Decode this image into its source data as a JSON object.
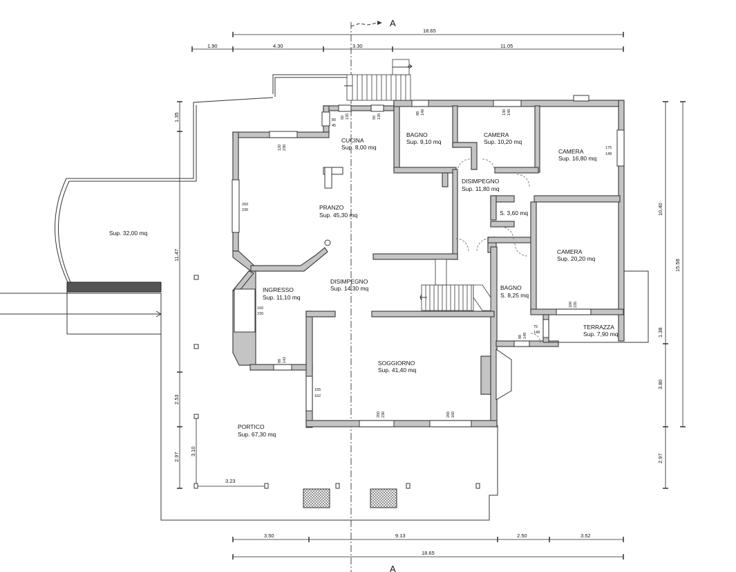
{
  "section": {
    "marker": "A"
  },
  "dims_top": {
    "total": "18.65",
    "segments": [
      "1.90",
      "4.30",
      "3.30",
      "11.05"
    ]
  },
  "dims_bottom": {
    "segments": [
      "3.50",
      "9.13",
      "2.50",
      "3.52"
    ],
    "total": "18.65"
  },
  "dims_right": [
    "10.40",
    "15.58",
    "1.38",
    "3.80",
    "2.97"
  ],
  "dims_left": [
    "1.35",
    "11.47",
    "2.53",
    "2.97",
    "3.10"
  ],
  "dims_misc": {
    "portico_width": "3.23"
  },
  "rooms": {
    "cucina": {
      "name": "CUCINA",
      "area": "Sup. 8,00 mq"
    },
    "bagno1": {
      "name": "BAGNO",
      "area": "Sup. 9,10 mq"
    },
    "camera1": {
      "name": "CAMERA",
      "area": "Sup. 10,20 mq"
    },
    "camera2": {
      "name": "CAMERA",
      "area": "Sup. 16,80 mq"
    },
    "disimpegno1": {
      "name": "DISIMPEGNO",
      "area": "Sup. 11,80 mq"
    },
    "s": {
      "area": "S. 3,60 mq"
    },
    "pranzo": {
      "name": "PRANZO",
      "area": "Sup. 45,30 mq"
    },
    "camera3": {
      "name": "CAMERA",
      "area": "Sup. 20,20 mq"
    },
    "ingresso": {
      "name": "INGRESSO",
      "area": "Sup. 11,10 mq"
    },
    "disimpegno2": {
      "name": "DISIMPEGNO",
      "area": "Sup. 14,30 mq"
    },
    "bagno2": {
      "name": "BAGNO",
      "area": "S. 8,25 mq"
    },
    "terrazza": {
      "name": "TERRAZZA",
      "area": "Sup. 7,90 mq"
    },
    "soggiorno": {
      "name": "SOGGIORNO",
      "area": "Sup. 41,40 mq"
    },
    "portico": {
      "name": "PORTICO",
      "area": "Sup. 67,30 mq"
    },
    "esterno": {
      "area": "Sup. 32,00 mq"
    }
  },
  "windows": {
    "w_cucina1": {
      "top": "80",
      "bottom": "45"
    },
    "w_cucina2": {
      "top": "50",
      "bottom": "135"
    },
    "w_cucina3": {
      "top": "50",
      "bottom": "135"
    },
    "w_pranzo_top": {
      "top": "120",
      "bottom": "230"
    },
    "w_pranzo_left": {
      "top": "260",
      "bottom": "230"
    },
    "w_bagno1": {
      "top": "88",
      "bottom": "148"
    },
    "w_camera1": {
      "top": "130",
      "bottom": "148"
    },
    "w_camera2": {
      "top": "175",
      "bottom": "148"
    },
    "w_ingresso": {
      "top": "160",
      "bottom": "230"
    },
    "w_ingresso_bottom": {
      "top": "88",
      "bottom": "142"
    },
    "w_soggiorno_left": {
      "top": "155",
      "bottom": "162"
    },
    "w_soggiorno1": {
      "top": "200",
      "bottom": "230"
    },
    "w_soggiorno2": {
      "top": "200",
      "bottom": "160"
    },
    "w_camera3": {
      "top": "160",
      "bottom": "235"
    },
    "w_bagno2a": {
      "top": "88",
      "bottom": "148"
    },
    "w_bagno2b": {
      "top": "75",
      "bottom": "148"
    }
  }
}
